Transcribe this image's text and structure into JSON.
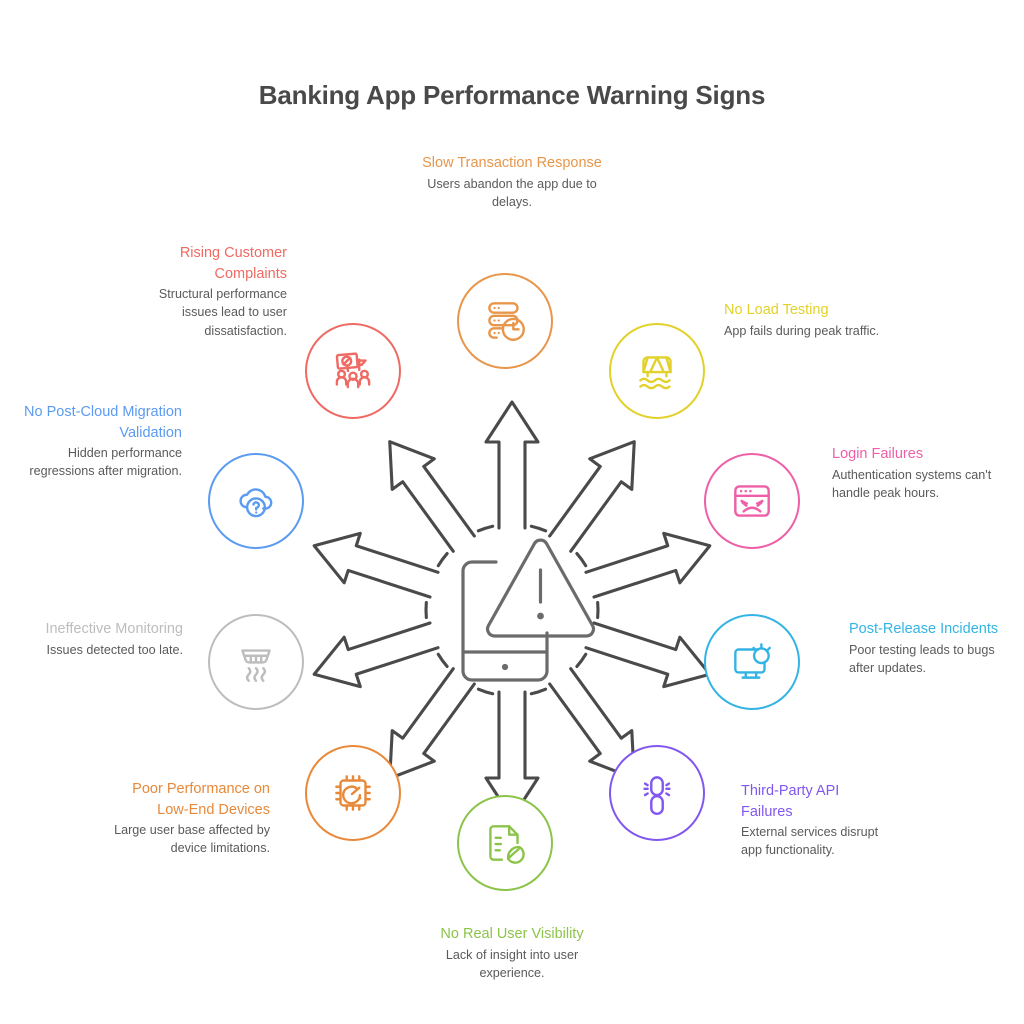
{
  "title": "Banking App Performance Warning Signs",
  "center": {
    "icon": "smartphone-warning-icon",
    "arrow_count": 10,
    "stroke_color": "#4a4a4a"
  },
  "items": [
    {
      "id": "slow-transaction-response",
      "title": "Slow Transaction Response",
      "description": "Users abandon the app due to delays.",
      "color": "#e8964a",
      "icon": "server-clock-icon",
      "align": "center"
    },
    {
      "id": "no-load-testing",
      "title": "No Load Testing",
      "description": "App fails during peak traffic.",
      "color": "#e2d12a",
      "icon": "bridge-water-icon",
      "align": "left"
    },
    {
      "id": "login-failures",
      "title": "Login Failures",
      "description": "Authentication systems can't handle peak hours.",
      "color": "#ef5fa7",
      "icon": "browser-angry-face-icon",
      "align": "left"
    },
    {
      "id": "post-release-incidents",
      "title": "Post-Release Incidents",
      "description": "Poor testing leads to bugs after updates.",
      "color": "#34b4e4",
      "icon": "monitor-bug-search-icon",
      "align": "left"
    },
    {
      "id": "third-party-api-failures",
      "title": "Third-Party API Failures",
      "description": "External services disrupt app functionality.",
      "color": "#8257f0",
      "icon": "broken-chain-link-icon",
      "align": "left"
    },
    {
      "id": "no-real-user-visibility",
      "title": "No Real User Visibility",
      "description": "Lack of insight into user experience.",
      "color": "#8cc44a",
      "icon": "document-leaf-icon",
      "align": "center"
    },
    {
      "id": "poor-performance-low-end-devices",
      "title": "Poor Performance on Low-End Devices",
      "description": "Large user base affected by device limitations.",
      "color": "#e8893a",
      "icon": "cpu-gauge-icon",
      "align": "right"
    },
    {
      "id": "ineffective-monitoring",
      "title": "Ineffective Monitoring",
      "description": "Issues detected too late.",
      "color": "#bdbdbd",
      "icon": "smoke-detector-icon",
      "align": "right"
    },
    {
      "id": "no-post-cloud-migration-validation",
      "title": "No Post-Cloud Migration Validation",
      "description": "Hidden performance regressions after migration.",
      "color": "#5b9bf0",
      "icon": "cloud-question-icon",
      "align": "right"
    },
    {
      "id": "rising-customer-complaints",
      "title": "Rising Customer Complaints",
      "description": "Structural performance issues lead to user dissatisfaction.",
      "color": "#ef6a63",
      "icon": "people-protest-sign-icon",
      "align": "right"
    }
  ]
}
